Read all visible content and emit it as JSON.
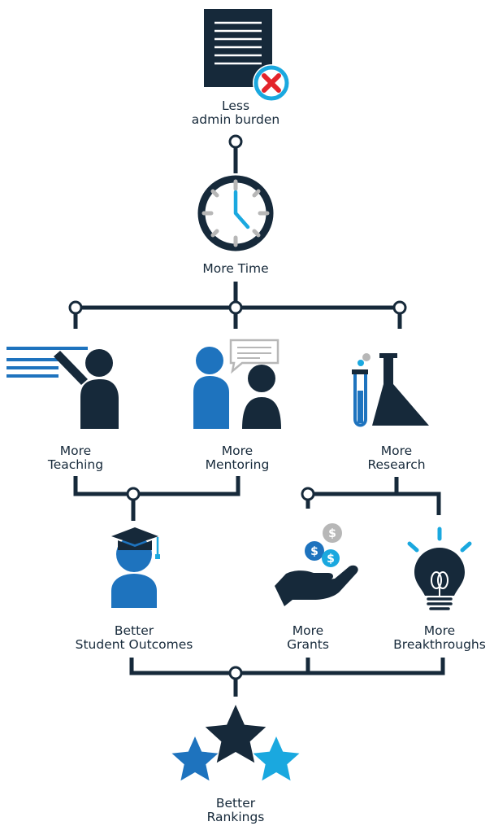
{
  "colors": {
    "navy": "#16293a",
    "blue": "#1e73be",
    "cyan": "#1aa8df",
    "gray": "#b7b7b7",
    "red": "#e3242b"
  },
  "nodes": {
    "admin": {
      "line1": "Less",
      "line2": "admin burden",
      "icon": "document-cancel-icon"
    },
    "time": {
      "line1": "More Time",
      "icon": "clock-icon"
    },
    "teaching": {
      "line1": "More",
      "line2": "Teaching",
      "icon": "teacher-whiteboard-icon"
    },
    "mentoring": {
      "line1": "More",
      "line2": "Mentoring",
      "icon": "mentor-chat-icon"
    },
    "research": {
      "line1": "More",
      "line2": "Research",
      "icon": "lab-flask-icon"
    },
    "outcomes": {
      "line1": "Better",
      "line2": "Student Outcomes",
      "icon": "graduate-icon"
    },
    "grants": {
      "line1": "More",
      "line2": "Grants",
      "icon": "hand-coins-icon"
    },
    "breakthroughs": {
      "line1": "More",
      "line2": "Breakthroughs",
      "icon": "lightbulb-icon"
    },
    "rankings": {
      "line1": "Better",
      "line2": "Rankings",
      "icon": "stars-icon"
    }
  }
}
